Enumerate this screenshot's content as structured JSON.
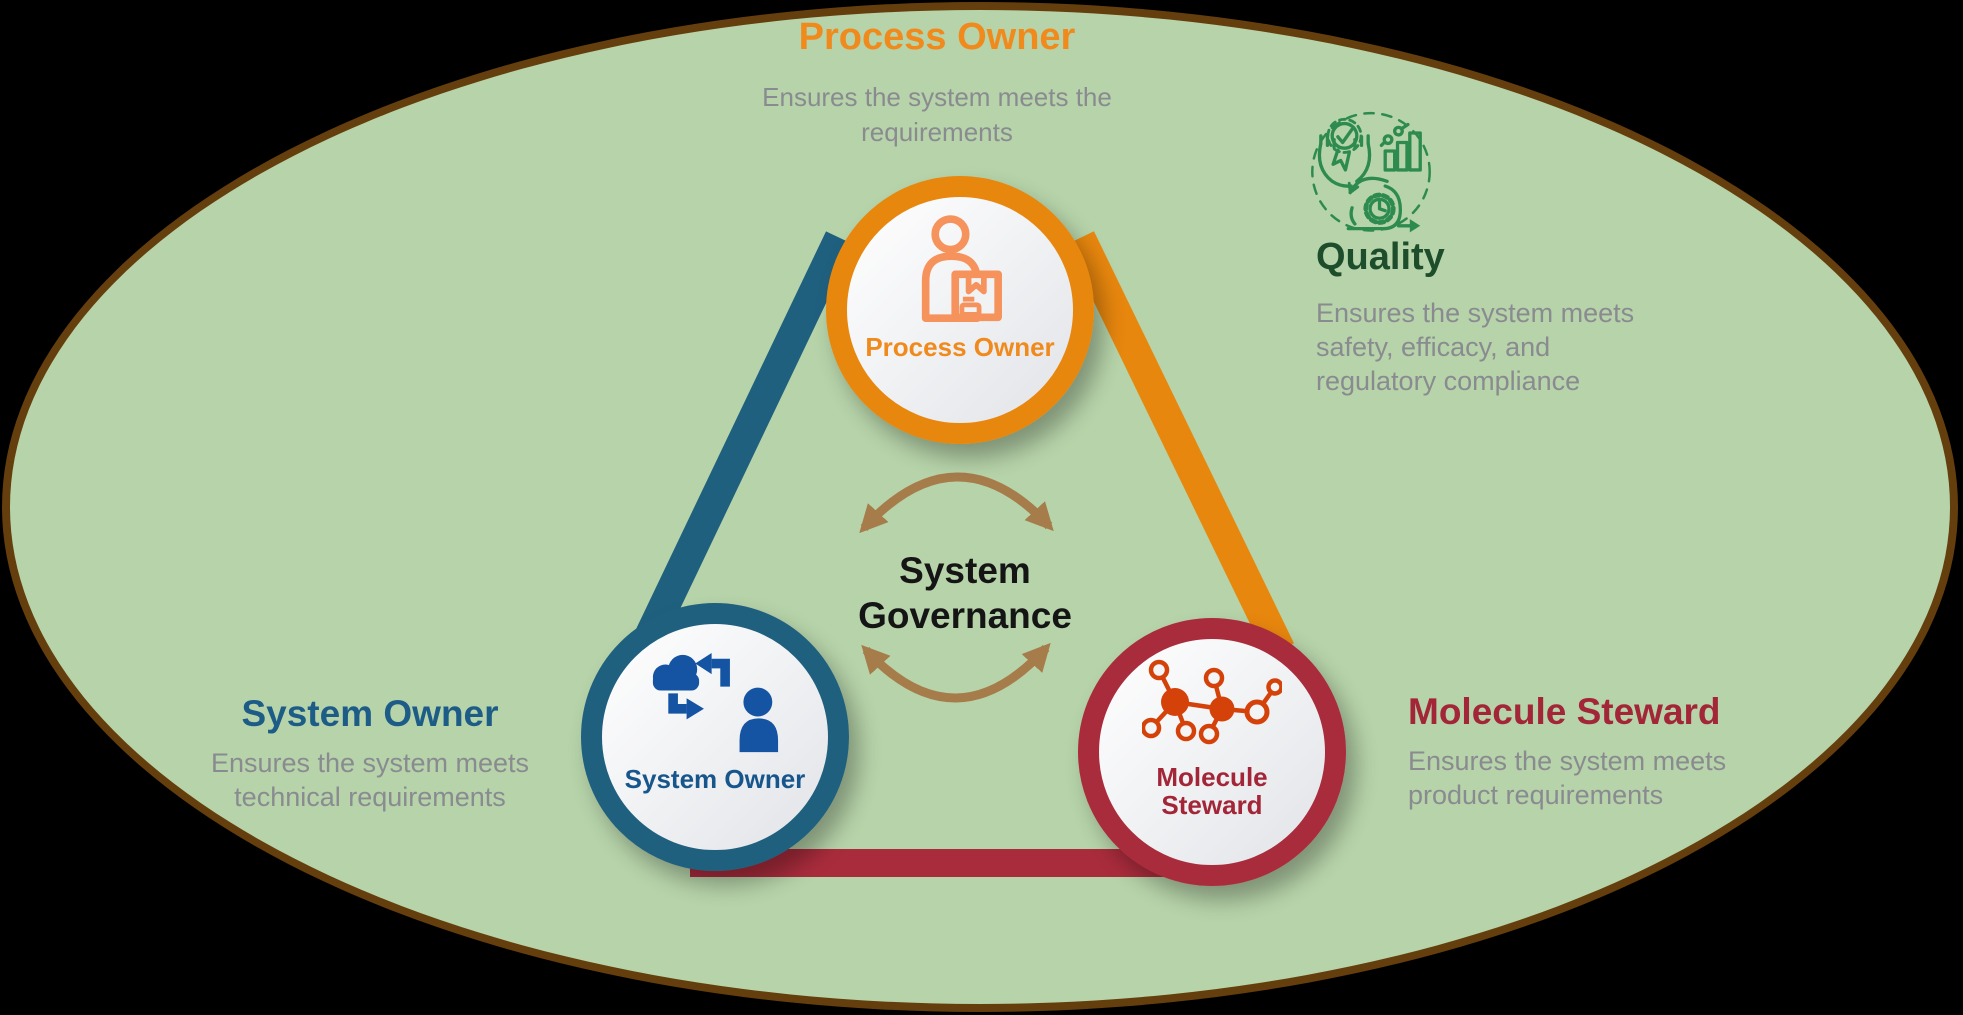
{
  "colors": {
    "background": "#000000",
    "ellipse_fill": "#B6D3A9",
    "ellipse_border": "#653E0D",
    "orange": "#E8870E",
    "orange_text": "#F18A1D",
    "orange_icon": "#F6925C",
    "blue_ring": "#20607F",
    "blue_icon": "#1553A3",
    "blue_label": "#17568C",
    "blue_heading": "#1E5C88",
    "red": "#A92C3C",
    "red_text": "#A32638",
    "molecule_icon": "#D4420A",
    "arrow_brown": "#A67C4B",
    "green_icon": "#2E8B4F",
    "green_title": "#1E4D2B",
    "gray_text": "#8A8B90",
    "text_black": "#151515"
  },
  "center": {
    "title_line1": "System",
    "title_line2": "Governance"
  },
  "process_owner": {
    "title": "Process Owner",
    "description_line1": "Ensures the system meets the",
    "description_line2": "requirements",
    "circle_label": "Process Owner"
  },
  "quality": {
    "title": "Quality",
    "description_line1": "Ensures the system meets",
    "description_line2": "safety, efficacy, and",
    "description_line3": "regulatory compliance"
  },
  "system_owner": {
    "title": "System Owner",
    "description_line1": "Ensures the system meets",
    "description_line2": "technical requirements",
    "circle_label": "System Owner"
  },
  "molecule_steward": {
    "title": "Molecule Steward",
    "description_line1": "Ensures the system meets",
    "description_line2": "product requirements",
    "circle_label_line1": "Molecule",
    "circle_label_line2": "Steward"
  }
}
